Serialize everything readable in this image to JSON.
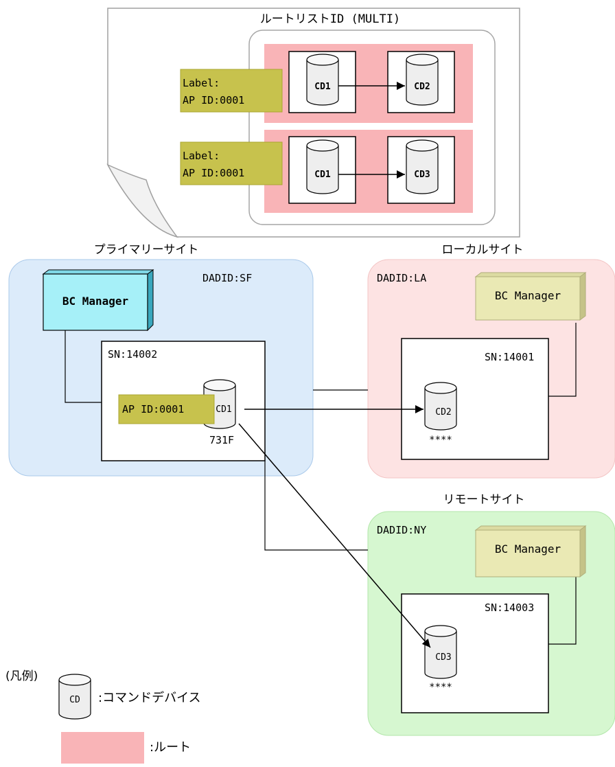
{
  "route_list": {
    "title": "ルートリストID (MULTI)",
    "routes": [
      {
        "label_line1": "Label:",
        "label_line2": "AP ID:0001",
        "source": "CD1",
        "target": "CD2"
      },
      {
        "label_line1": "Label:",
        "label_line2": "AP ID:0001",
        "source": "CD1",
        "target": "CD3"
      }
    ]
  },
  "sites": {
    "primary": {
      "name": "プライマリーサイト",
      "dadid": "DADID:SF",
      "manager": "BC Manager",
      "storage_sn": "SN:14002",
      "ap_id": "AP ID:0001",
      "device": "CD1",
      "ldev": "731F"
    },
    "local": {
      "name": "ローカルサイト",
      "dadid": "DADID:LA",
      "manager": "BC Manager",
      "storage_sn": "SN:14001",
      "device": "CD2",
      "ldev": "****"
    },
    "remote": {
      "name": "リモートサイト",
      "dadid": "DADID:NY",
      "manager": "BC Manager",
      "storage_sn": "SN:14003",
      "device": "CD3",
      "ldev": "****"
    }
  },
  "legend": {
    "title": "(凡例)",
    "cd_symbol": "CD",
    "cd_description": ":コマンドデバイス",
    "route_description": ":ルート"
  },
  "colors": {
    "primary_site": "#dcebfa",
    "local_site": "#fde3e3",
    "remote_site": "#d6f7d0",
    "route_fill": "#f9b4b7",
    "label_fill": "#c7c24d",
    "manager_primary": "#a6f0f8",
    "manager_other": "#eae9b4"
  }
}
